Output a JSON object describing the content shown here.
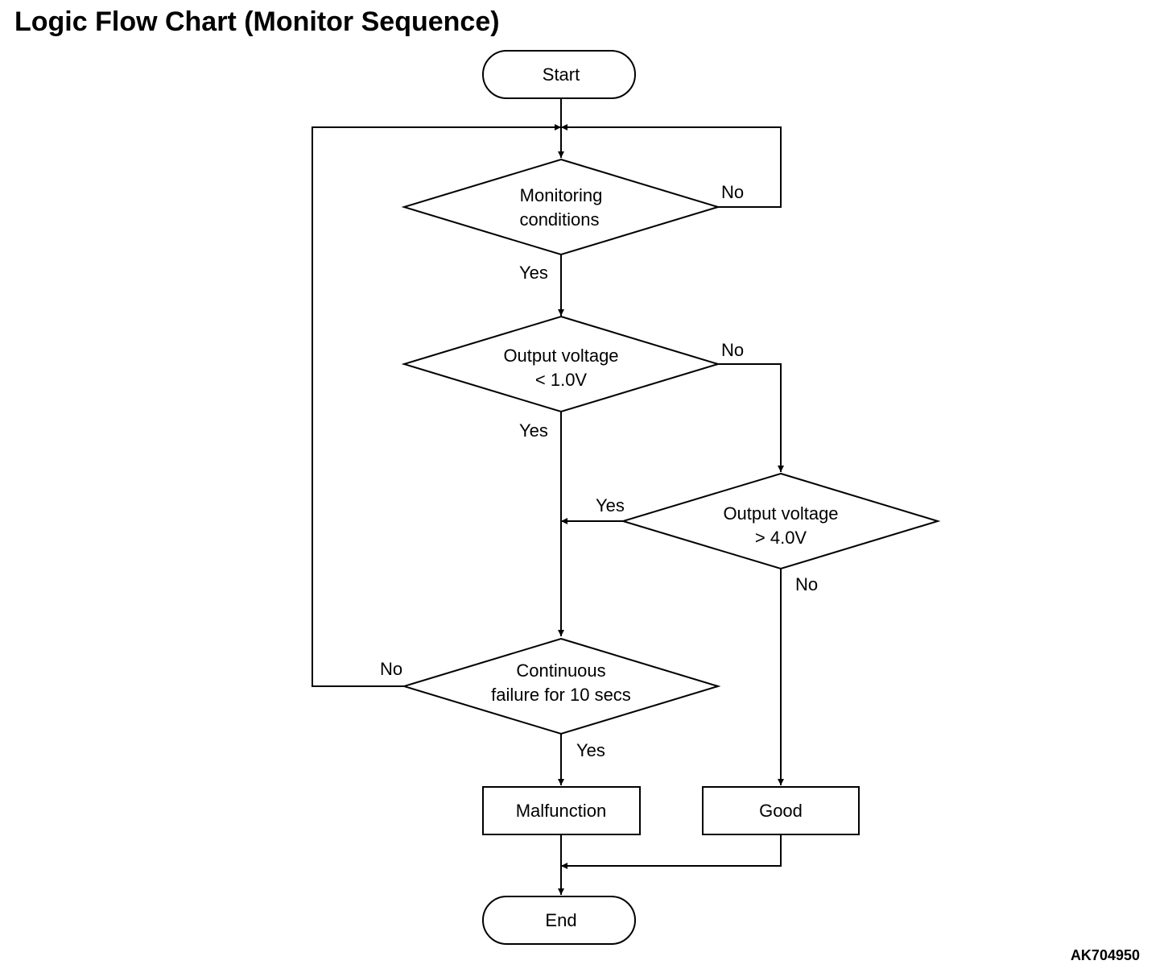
{
  "title": "Logic Flow Chart (Monitor Sequence)",
  "figure_code": "AK704950",
  "nodes": {
    "start": "Start",
    "monitoring": [
      "Monitoring",
      "conditions"
    ],
    "output_low": [
      "Output voltage",
      "< 1.0V"
    ],
    "output_high": [
      "Output voltage",
      "> 4.0V"
    ],
    "continuous": [
      "Continuous",
      "failure for 10 secs"
    ],
    "malfunction": "Malfunction",
    "good": "Good",
    "end": "End"
  },
  "edge_labels": {
    "monitoring_no": "No",
    "monitoring_yes": "Yes",
    "low_no": "No",
    "low_yes": "Yes",
    "high_yes": "Yes",
    "high_no": "No",
    "continuous_no": "No",
    "continuous_yes": "Yes"
  }
}
